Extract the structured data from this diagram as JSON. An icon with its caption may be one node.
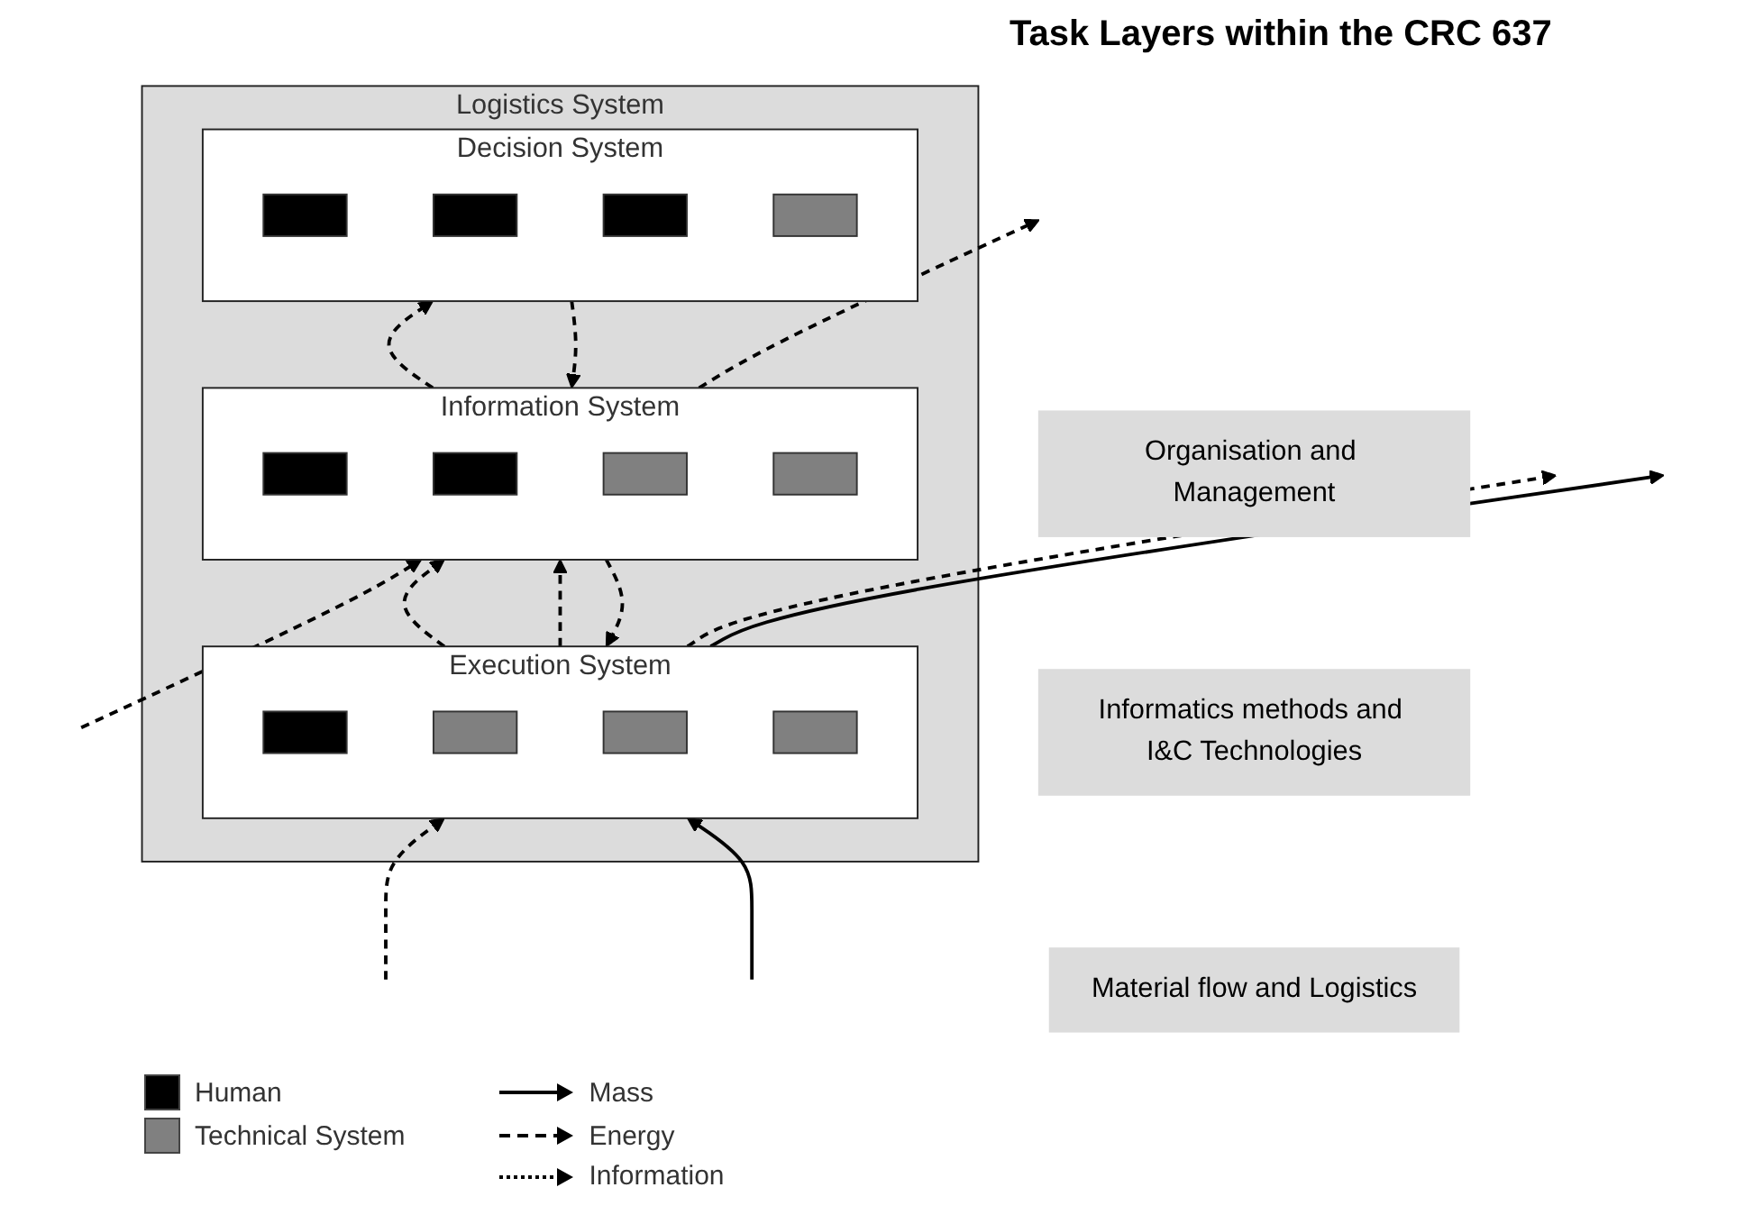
{
  "diagram": {
    "title": "Task Layers within the CRC 637",
    "nodes": [
      {
        "text": [
          "Logistics System"
        ]
      },
      {
        "text": [
          "Decision System"
        ],
        "in": 0
      },
      {
        "text": [],
        "shape": "box",
        "in": 1
      },
      {
        "text": [],
        "shape": "box",
        "in": 1
      },
      {
        "text": [],
        "shape": "box",
        "in": 1
      },
      {
        "text": [],
        "shape": "box",
        "in": 1
      },
      {
        "text": [
          "Information System"
        ],
        "in": 0
      },
      {
        "text": [],
        "shape": "box",
        "in": 6
      },
      {
        "text": [],
        "shape": "box",
        "in": 6
      },
      {
        "text": [],
        "shape": "box",
        "in": 6
      },
      {
        "text": [],
        "shape": "box",
        "in": 6
      },
      {
        "text": [
          "Execution System"
        ],
        "in": 0
      },
      {
        "text": [],
        "shape": "box",
        "in": 11
      },
      {
        "text": [],
        "shape": "box",
        "in": 11
      },
      {
        "text": [],
        "shape": "box",
        "in": 11
      },
      {
        "text": [],
        "shape": "box",
        "in": 11
      },
      {
        "text": [
          "Organisation and Management"
        ]
      },
      {
        "text": [
          "Informatics methods and I&C Technologies"
        ]
      },
      {
        "text": [
          "Material flow and Logistics"
        ]
      }
    ],
    "edges": [
      {
        "from": 6,
        "to": 1,
        "arrow": "to",
        "style": "dashed"
      },
      {
        "from": 1,
        "to": 6,
        "arrow": "to",
        "style": "dashed"
      },
      {
        "from": null,
        "to": 6,
        "arrow": "to",
        "style": "dashed"
      },
      {
        "from": 6,
        "to": null,
        "arrow": "to",
        "style": "dashed"
      },
      {
        "from": 11,
        "to": 6,
        "arrow": "to",
        "style": "dashed"
      },
      {
        "from": 11,
        "to": 6,
        "arrow": "to",
        "style": "dashed"
      },
      {
        "from": 6,
        "to": 11,
        "arrow": "to",
        "style": "dashed"
      },
      {
        "from": null,
        "to": 11,
        "arrow": "to",
        "style": "dashed"
      },
      {
        "from": 11,
        "to": null,
        "arrow": "to",
        "style": "dashed"
      },
      {
        "from": null,
        "to": 11,
        "arrow": "to"
      },
      {
        "from": 11,
        "to": null,
        "arrow": "to"
      }
    ],
    "legend": [
      {
        "text": "Human",
        "color": "#000000"
      },
      {
        "text": "Technical System",
        "color": "#808080"
      },
      {
        "text": "Mass"
      },
      {
        "text": "Energy"
      },
      {
        "text": "Information"
      }
    ]
  }
}
